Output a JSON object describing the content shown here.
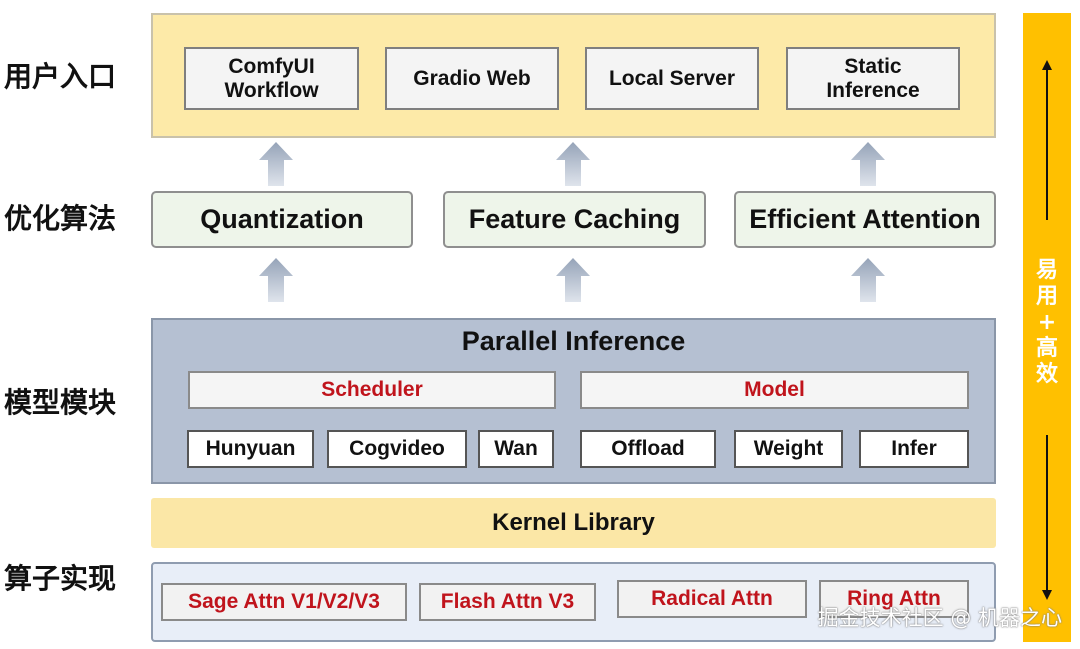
{
  "row_labels": {
    "user_entry": "用户入口",
    "algorithm": "优化算法",
    "model_module": "模型模块",
    "operator": "算子实现"
  },
  "entries": [
    "ComfyUI\nWorkflow",
    "Gradio Web",
    "Local Server",
    "Static\nInference"
  ],
  "algorithms": [
    "Quantization",
    "Feature Caching",
    "Efficient Attention"
  ],
  "parallel": {
    "title": "Parallel Inference",
    "scheduler": "Scheduler",
    "model": "Model",
    "scheduler_items": [
      "Hunyuan",
      "Cogvideo",
      "Wan"
    ],
    "model_items": [
      "Offload",
      "Weight",
      "Infer"
    ]
  },
  "kernel_label": "Kernel Library",
  "operators": [
    "Sage Attn V1/V2/V3",
    "Flash Attn V3",
    "Radical Attn",
    "Ring Attn"
  ],
  "side_text": "易\n用\n+\n高\n效",
  "watermark": "掘金技术社区 @ 机器之心",
  "colors": {
    "top_panel": "#fdeaa8",
    "algo_box": "#eef5ea",
    "model_panel": "#b5c0d2",
    "kernel_bar": "#fbe7a6",
    "operator_panel": "#e8eef8",
    "sidebar": "#ffc000",
    "red_text": "#c0141c",
    "arrow": "#a4b0c2"
  }
}
